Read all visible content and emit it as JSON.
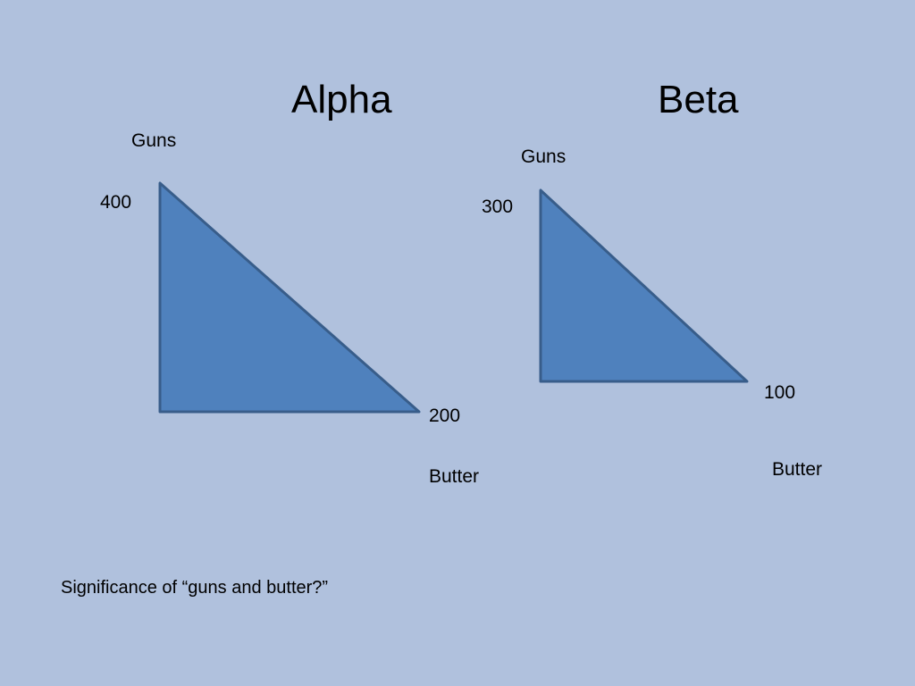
{
  "colors": {
    "background": "#b0c1dd",
    "triangle_fill": "#4f81bd",
    "triangle_stroke": "#385d8a"
  },
  "alpha": {
    "title": "Alpha",
    "y_axis_label": "Guns",
    "y_value": "400",
    "x_value": "200",
    "x_axis_label": "Butter"
  },
  "beta": {
    "title": "Beta",
    "y_axis_label": "Guns",
    "y_value": "300",
    "x_value": "100",
    "x_axis_label": "Butter"
  },
  "caption": "Significance of “guns and butter?”"
}
